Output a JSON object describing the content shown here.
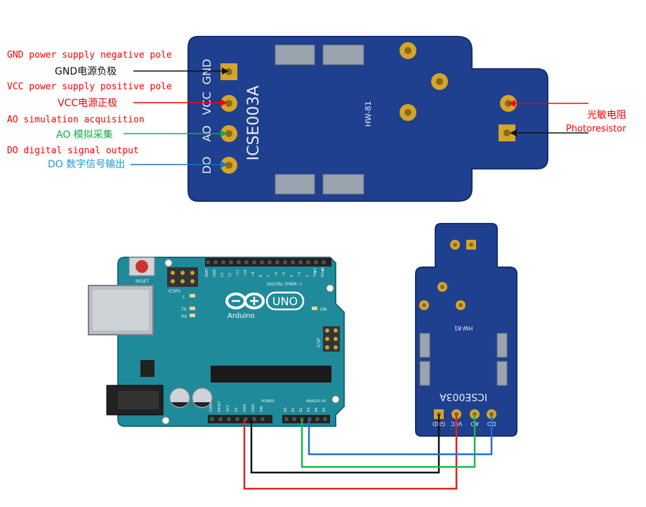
{
  "colors": {
    "pcb_blue": "#1f3f8f",
    "arduino_teal": "#1f8a9a",
    "label_red": "#ff0000",
    "label_green": "#10b040",
    "label_blue": "#1a9bd8",
    "wire_red": "#e02020",
    "wire_green": "#18b848",
    "wire_blue": "#1f6fd0",
    "wire_black": "#111111"
  },
  "module_top": {
    "chip_label": "ICSE003A",
    "board_code": "HW-81",
    "pins": [
      "GND",
      "VCC",
      "AO",
      "DO"
    ]
  },
  "labels": {
    "gnd_en": "GND power supply negative pole",
    "gnd_cn": "GND电源负极",
    "vcc_en": "VCC power supply positive pole",
    "vcc_cn": "VCC电源正极",
    "ao_en": "AO simulation acquisition",
    "ao_cn": "AO 模拟采集",
    "do_en": "DO digital signal output",
    "do_cn": "DO 数字信号输出",
    "photo_cn": "光敏电阻",
    "photo_en": "Photoresistor"
  },
  "arduino": {
    "model": "UNO",
    "brand": "Arduino",
    "reset": "RESET",
    "icsp2": "ICSP2",
    "icsp": "ICSP",
    "digital_label": "DIGITAL (PWM~)",
    "power_label": "POWER",
    "analog_label": "ANALOG IN",
    "on_label": "ON",
    "tx": "TX",
    "rx": "RX",
    "l": "L",
    "digital_pins": [
      "AREF",
      "GND",
      "13",
      "12",
      "~11",
      "~10",
      "~9",
      "8",
      "7",
      "~6",
      "~5",
      "4",
      "~3",
      "2",
      "TX▶1",
      "RX◀0"
    ],
    "power_pins": [
      "IOREF",
      "RESET",
      "3V3",
      "5V",
      "GND",
      "GND",
      "VIN"
    ],
    "analog_pins": [
      "A0",
      "A1",
      "A2",
      "A3",
      "A4",
      "A5"
    ]
  },
  "module_bottom": {
    "chip_label": "ICSE003A",
    "board_code": "HW-81",
    "pins": [
      "GND",
      "VCC",
      "AO",
      "DO"
    ]
  }
}
